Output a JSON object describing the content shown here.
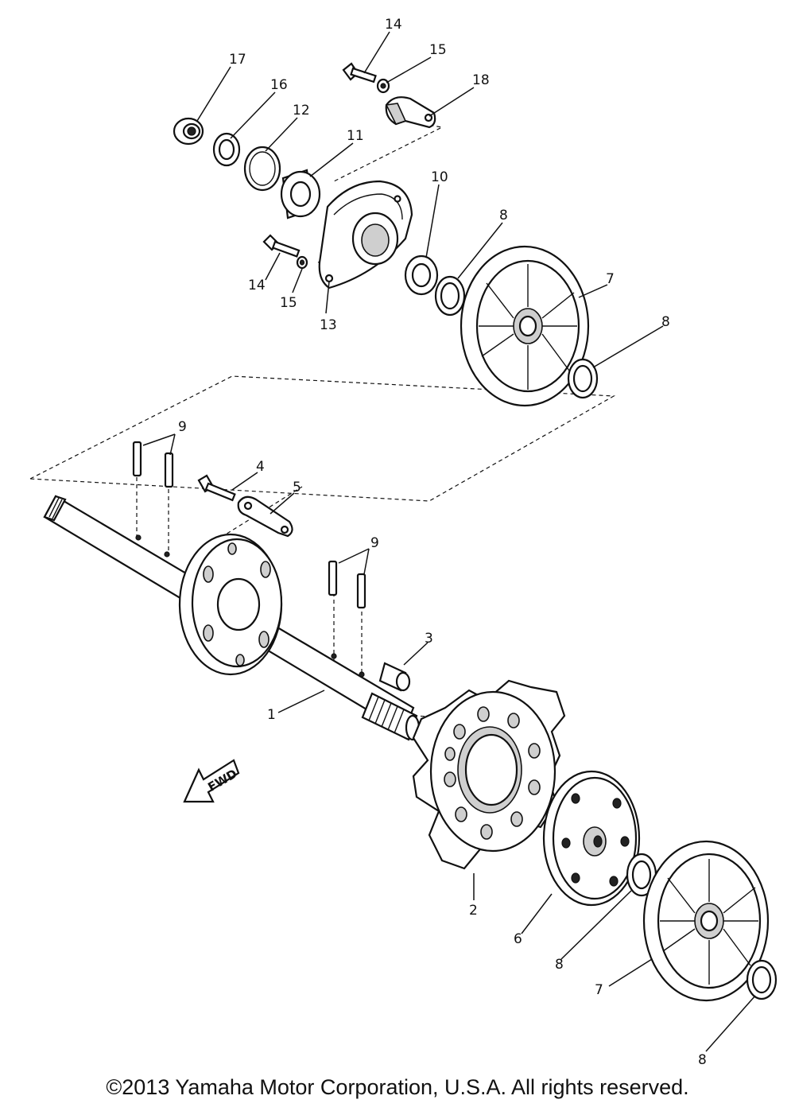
{
  "callouts": {
    "c14_top": "14",
    "c15_top": "15",
    "c18": "18",
    "c17": "17",
    "c16": "16",
    "c12": "12",
    "c11": "11",
    "c10": "10",
    "c8_a": "8",
    "c7_top": "7",
    "c8_b": "8",
    "c14_mid": "14",
    "c15_mid": "15",
    "c13": "13",
    "c9_a": "9",
    "c4": "4",
    "c5": "5",
    "c9_b": "9",
    "c3": "3",
    "c1": "1",
    "c2": "2",
    "c6": "6",
    "c8_c": "8",
    "c7_bot": "7",
    "c8_d": "8"
  },
  "fwd_label": "FWD",
  "copyright": "©2013 Yamaha Motor Corporation, U.S.A. All rights reserved."
}
